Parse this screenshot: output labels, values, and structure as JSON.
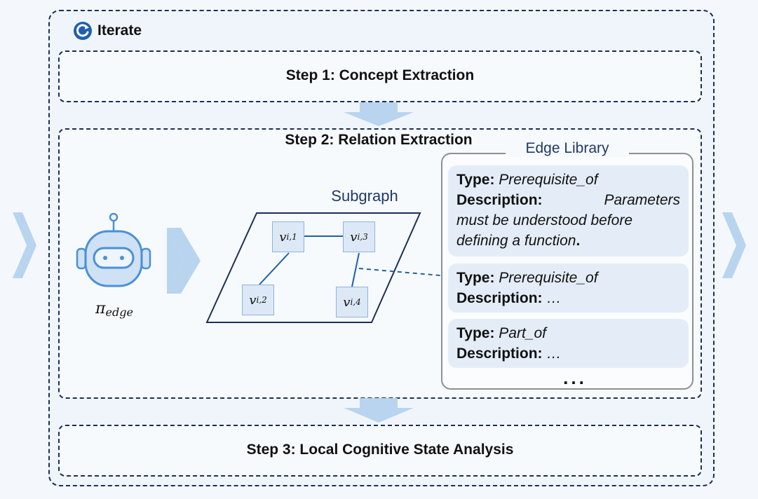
{
  "iterate": {
    "label": "Iterate"
  },
  "step1": {
    "title": "Step 1: Concept Extraction"
  },
  "step2": {
    "title": "Step 2: Relation Extraction"
  },
  "step3": {
    "title": "Step 3: Local Cognitive State Analysis"
  },
  "agent": {
    "symbol": "π",
    "subscript": "edge"
  },
  "subgraph": {
    "label": "Subgraph",
    "nodes": [
      {
        "base": "v",
        "sub": "i,1"
      },
      {
        "base": "v",
        "sub": "i,3"
      },
      {
        "base": "v",
        "sub": "i,2"
      },
      {
        "base": "v",
        "sub": "i,4"
      }
    ]
  },
  "edge_library": {
    "title": "Edge Library",
    "type_key": "Type:",
    "desc_key": "Description:",
    "entries": [
      {
        "type": "Prerequisite_of",
        "desc_first": "Parameters",
        "desc_rest": "must be understood before",
        "desc_last": "defining a function",
        "desc_end": "."
      },
      {
        "type": "Prerequisite_of",
        "desc": "…"
      },
      {
        "type": "Part_of",
        "desc": "…"
      }
    ],
    "more": "..."
  },
  "colors": {
    "border": "#1d2f57",
    "arrow": "#b9d4ee",
    "accent": "#4a90d9",
    "text_blue": "#1e3a6a"
  }
}
